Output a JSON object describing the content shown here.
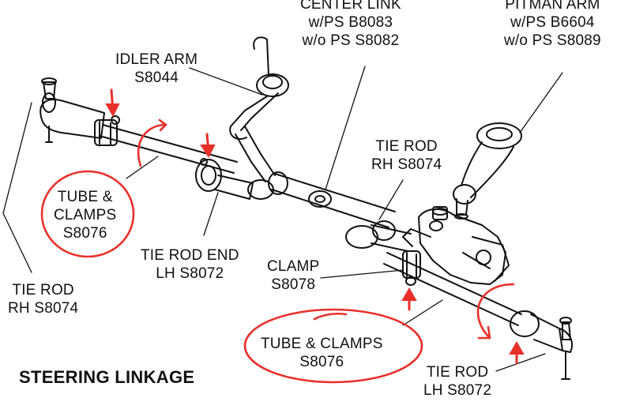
{
  "diagram": {
    "title": "STEERING LINKAGE",
    "colors": {
      "ink": "#111111",
      "annotation": "#e8302a",
      "background": "#ffffff"
    },
    "labels": {
      "center_link": {
        "name": "CENTER LINK",
        "line1": "w/PS  B8083",
        "line2": "w/o PS  S8082"
      },
      "pitman_arm": {
        "name": "PITMAN ARM",
        "line1": "w/PS   B6604",
        "line2": "w/o PS  S8089"
      },
      "idler_arm": {
        "name": "IDLER ARM",
        "part": "S8044"
      },
      "tube_clamps_left": {
        "line1": "TUBE &",
        "line2": "CLAMPS",
        "part": "S8076"
      },
      "tie_rod_rh_center": {
        "name": "TIE ROD",
        "part": "RH S8074"
      },
      "tie_rod_end_lh": {
        "name": "TIE ROD END",
        "part": "LH  S8072"
      },
      "clamp": {
        "name": "CLAMP",
        "part": "S8078"
      },
      "tie_rod_rh_left": {
        "name": "TIE ROD",
        "part": "RH  S8074"
      },
      "tube_clamps_right": {
        "name": "TUBE & CLAMPS",
        "part": "S8076"
      },
      "tie_rod_lh_right": {
        "name": "TIE ROD",
        "part": "LH  S8072"
      }
    }
  }
}
